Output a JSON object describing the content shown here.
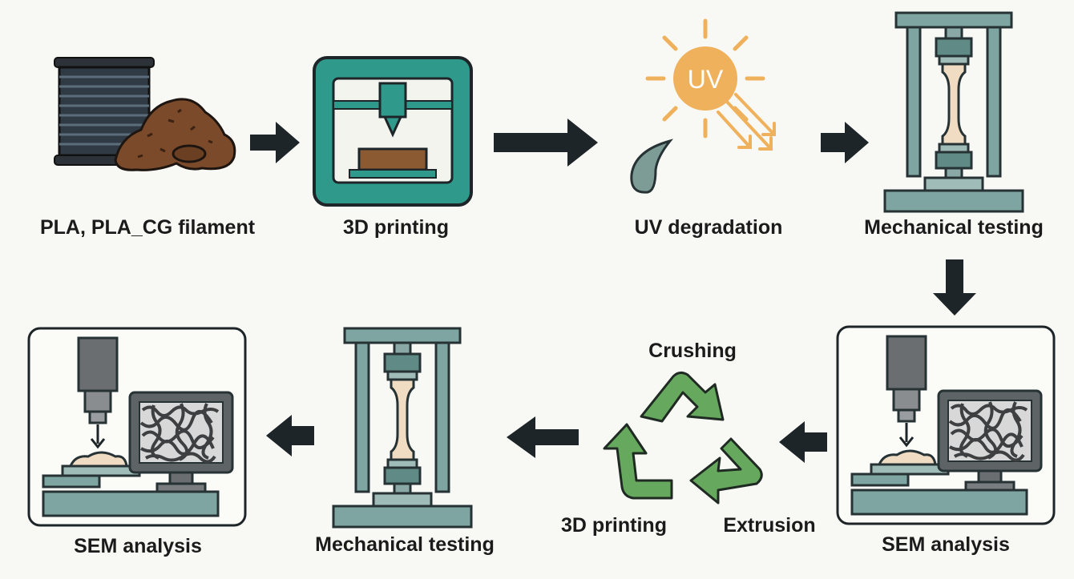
{
  "steps": {
    "filament": "PLA, PLA_CG filament",
    "printing": "3D printing",
    "uv": "UV degradation",
    "uv_icon_text": "UV",
    "mech_top": "Mechanical testing",
    "sem_right": "SEM analysis",
    "crushing": "Crushing",
    "extrusion": "Extrusion",
    "printing_recycle": "3D printing",
    "mech_bottom": "Mechanical testing",
    "sem_left": "SEM analysis"
  },
  "colors": {
    "teal": "#2f9a8c",
    "steel": "#7ea5a2",
    "arrow": "#1e2528",
    "sun": "#f0b15d",
    "recycle": "#66a85e",
    "brown": "#7a4a2a"
  }
}
